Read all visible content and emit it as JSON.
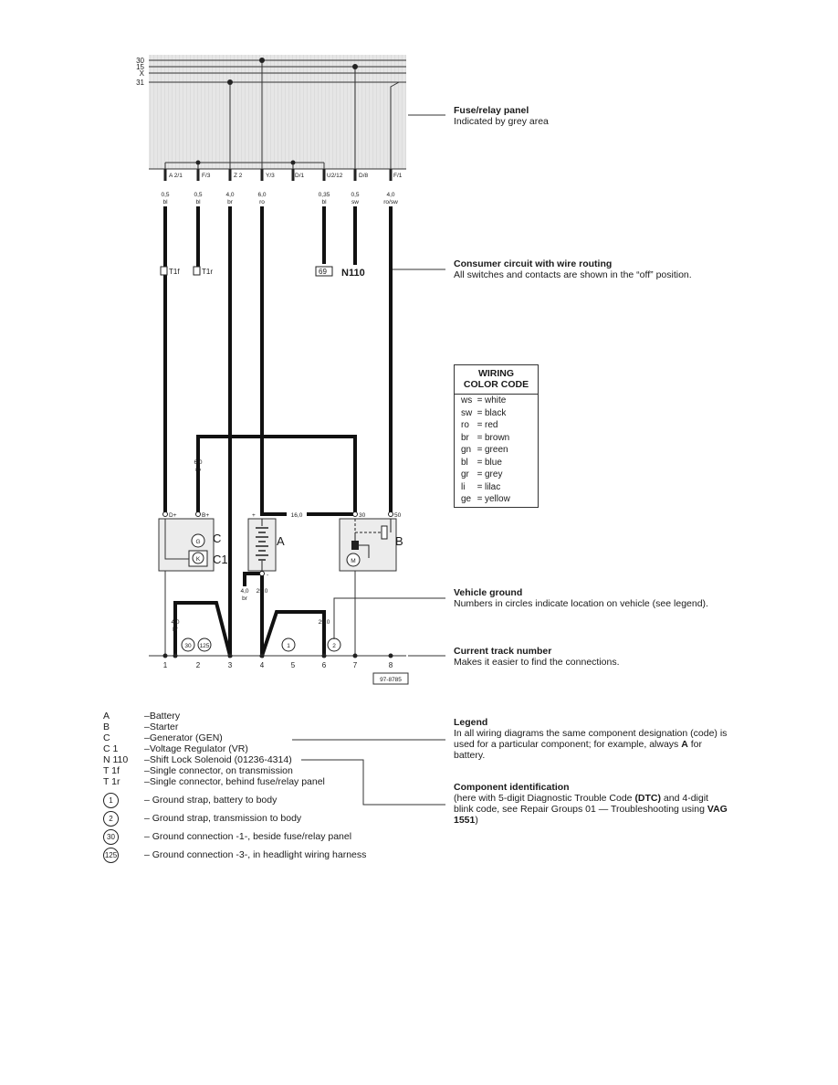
{
  "bus_labels": [
    "30",
    "15",
    "X",
    "31"
  ],
  "fuse_panel_callout": {
    "heading": "Fuse/relay panel",
    "text": "Indicated by grey area"
  },
  "panel_terminals": [
    "A 2/1",
    "F/3",
    "Z 2",
    "Y/3",
    "D/1",
    "U2/12",
    "D/8",
    "F/1"
  ],
  "wire_specs": [
    {
      "size": "0,5",
      "color": "bl"
    },
    {
      "size": "0,5",
      "color": "bl"
    },
    {
      "size": "4,0",
      "color": "br"
    },
    {
      "size": "6,0",
      "color": "ro"
    },
    {
      "size": "0,35",
      "color": "bl"
    },
    {
      "size": "0,5",
      "color": "sw"
    },
    {
      "size": "4,0",
      "color": "ro/sw"
    }
  ],
  "connectors": {
    "t1f": "T1f",
    "t1r": "T1r",
    "box69": "69",
    "n110": "N110"
  },
  "consumer_callout": {
    "heading": "Consumer circuit with wire routing",
    "text": "All switches and contacts are shown in the “off” position."
  },
  "color_code": {
    "title_line1": "WIRING",
    "title_line2": "COLOR CODE",
    "rows": [
      {
        "code": "ws",
        "name": "white"
      },
      {
        "code": "sw",
        "name": "black"
      },
      {
        "code": "ro",
        "name": "red"
      },
      {
        "code": "br",
        "name": "brown"
      },
      {
        "code": "gn",
        "name": "green"
      },
      {
        "code": "bl",
        "name": "blue"
      },
      {
        "code": "gr",
        "name": "grey"
      },
      {
        "code": "li",
        "name": "lilac"
      },
      {
        "code": "ge",
        "name": "yellow"
      }
    ]
  },
  "inner_wires": {
    "w1": "6,0",
    "w1c": "ro",
    "w2": "16,0",
    "w3": "4,0",
    "w3c": "br",
    "w4": "25,0",
    "w5": "25,0",
    "w6": "4,0",
    "w6c": "br"
  },
  "component_labels": {
    "gen": "C",
    "vr": "C1",
    "batt": "A",
    "starter": "B",
    "gen_small": "G",
    "vr_small": "K"
  },
  "pin_labels": {
    "d_plus": "D+",
    "b_plus": "B+",
    "plus": "+",
    "minus": "-",
    "t30": "30",
    "t50": "50"
  },
  "ground_points": [
    "30",
    "125",
    "1",
    "2"
  ],
  "track_numbers": [
    "1",
    "2",
    "3",
    "4",
    "5",
    "6",
    "7",
    "8"
  ],
  "figure_number": "97-8785",
  "ground_callout": {
    "heading": "Vehicle ground",
    "text": "Numbers in circles indicate location on vehicle (see legend)."
  },
  "track_callout": {
    "heading": "Current track number",
    "text": "Makes it easier to find the connections."
  },
  "legend_items": [
    {
      "code": "A",
      "desc": "–Battery"
    },
    {
      "code": "B",
      "desc": "–Starter"
    },
    {
      "code": "C",
      "desc": "–Generator (GEN)"
    },
    {
      "code": "C 1",
      "desc": "–Voltage Regulator (VR)"
    },
    {
      "code": "N 110",
      "desc": "–Shift Lock Solenoid (01236-4314)"
    },
    {
      "code": "T 1f",
      "desc": "–Single connector, on transmission"
    },
    {
      "code": "T 1r",
      "desc": "–Single connector, behind fuse/relay panel"
    }
  ],
  "ground_items": [
    {
      "num": "1",
      "desc": "–  Ground strap, battery to body"
    },
    {
      "num": "2",
      "desc": "–  Ground strap, transmission to body"
    },
    {
      "num": "30",
      "desc": "–  Ground connection -1-, beside fuse/relay panel"
    },
    {
      "num": "125",
      "desc": "–  Ground connection -3-, in headlight wiring harness"
    }
  ],
  "legend_callout": {
    "heading": "Legend",
    "text_pre": "In all wiring diagrams the same component designation (code) is used for a particular component; for example, always ",
    "text_bold": "A",
    "text_post": " for battery."
  },
  "component_callout": {
    "heading": "Component identification",
    "text_pre": "(here with 5-digit Diagnostic Trouble Code ",
    "text_bold1": "(DTC)",
    "text_mid": " and 4-digit blink code, see Repair Groups 01 — Troubleshooting using ",
    "text_bold2": "VAG 1551",
    "text_post": ")"
  }
}
